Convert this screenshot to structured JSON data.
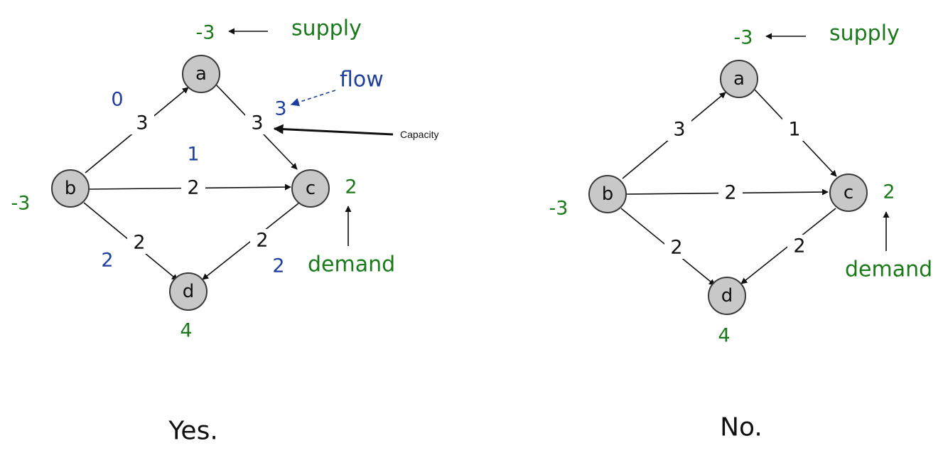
{
  "colors": {
    "node_fill": "#c8c8c8",
    "green": "#1a7a1a",
    "blue": "#1f3fa0",
    "ink": "#111111"
  },
  "annotations": {
    "supply": "supply",
    "flow": "flow",
    "demand": "demand",
    "capacity": "Capacity"
  },
  "left": {
    "verdict": "Yes.",
    "nodes": {
      "a": "a",
      "b": "b",
      "c": "c",
      "d": "d"
    },
    "values": {
      "a": "-3",
      "b": "-3",
      "c": "2",
      "d": "4"
    },
    "capacities": {
      "ba": "3",
      "ac": "3",
      "bc": "2",
      "bd": "2",
      "cd": "2"
    },
    "flows": {
      "ba": "0",
      "ac": "3",
      "bc": "1",
      "bd": "2",
      "cd": "2"
    }
  },
  "right": {
    "verdict": "No.",
    "nodes": {
      "a": "a",
      "b": "b",
      "c": "c",
      "d": "d"
    },
    "values": {
      "a": "-3",
      "b": "-3",
      "c": "2",
      "d": "4"
    },
    "capacities": {
      "ba": "3",
      "ac": "1",
      "bc": "2",
      "bd": "2",
      "cd": "2"
    }
  }
}
